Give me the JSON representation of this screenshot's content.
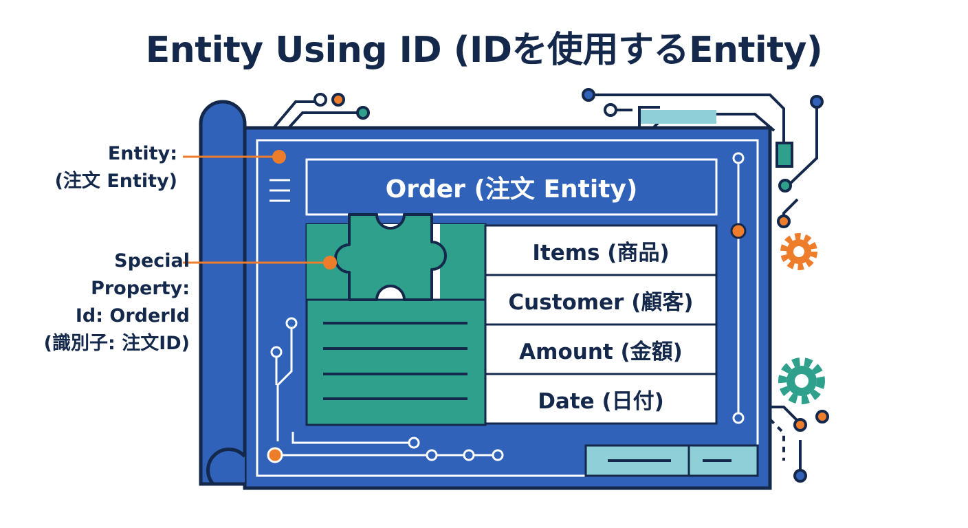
{
  "title": "Entity Using ID (IDを使用するEntity)",
  "callouts": {
    "entity": [
      "Entity:",
      "(注文 Entity)"
    ],
    "special_property": [
      "Special",
      "Property:",
      "Id: OrderId",
      "(識別子: 注文ID)"
    ]
  },
  "entity_card": {
    "header": "Order (注文 Entity)",
    "fields": [
      "Items (商品)",
      "Customer (顧客)",
      "Amount (金額)",
      "Date (日付)"
    ]
  },
  "icons": [
    "menu-icon",
    "puzzle-piece-icon",
    "gear-icon",
    "circuit-decoration"
  ],
  "colors": {
    "navy": "#14284b",
    "blue": "#2f62b8",
    "teal": "#2fa08c",
    "light_teal": "#8fd0d8",
    "orange": "#ee7d2b",
    "white": "#ffffff"
  }
}
